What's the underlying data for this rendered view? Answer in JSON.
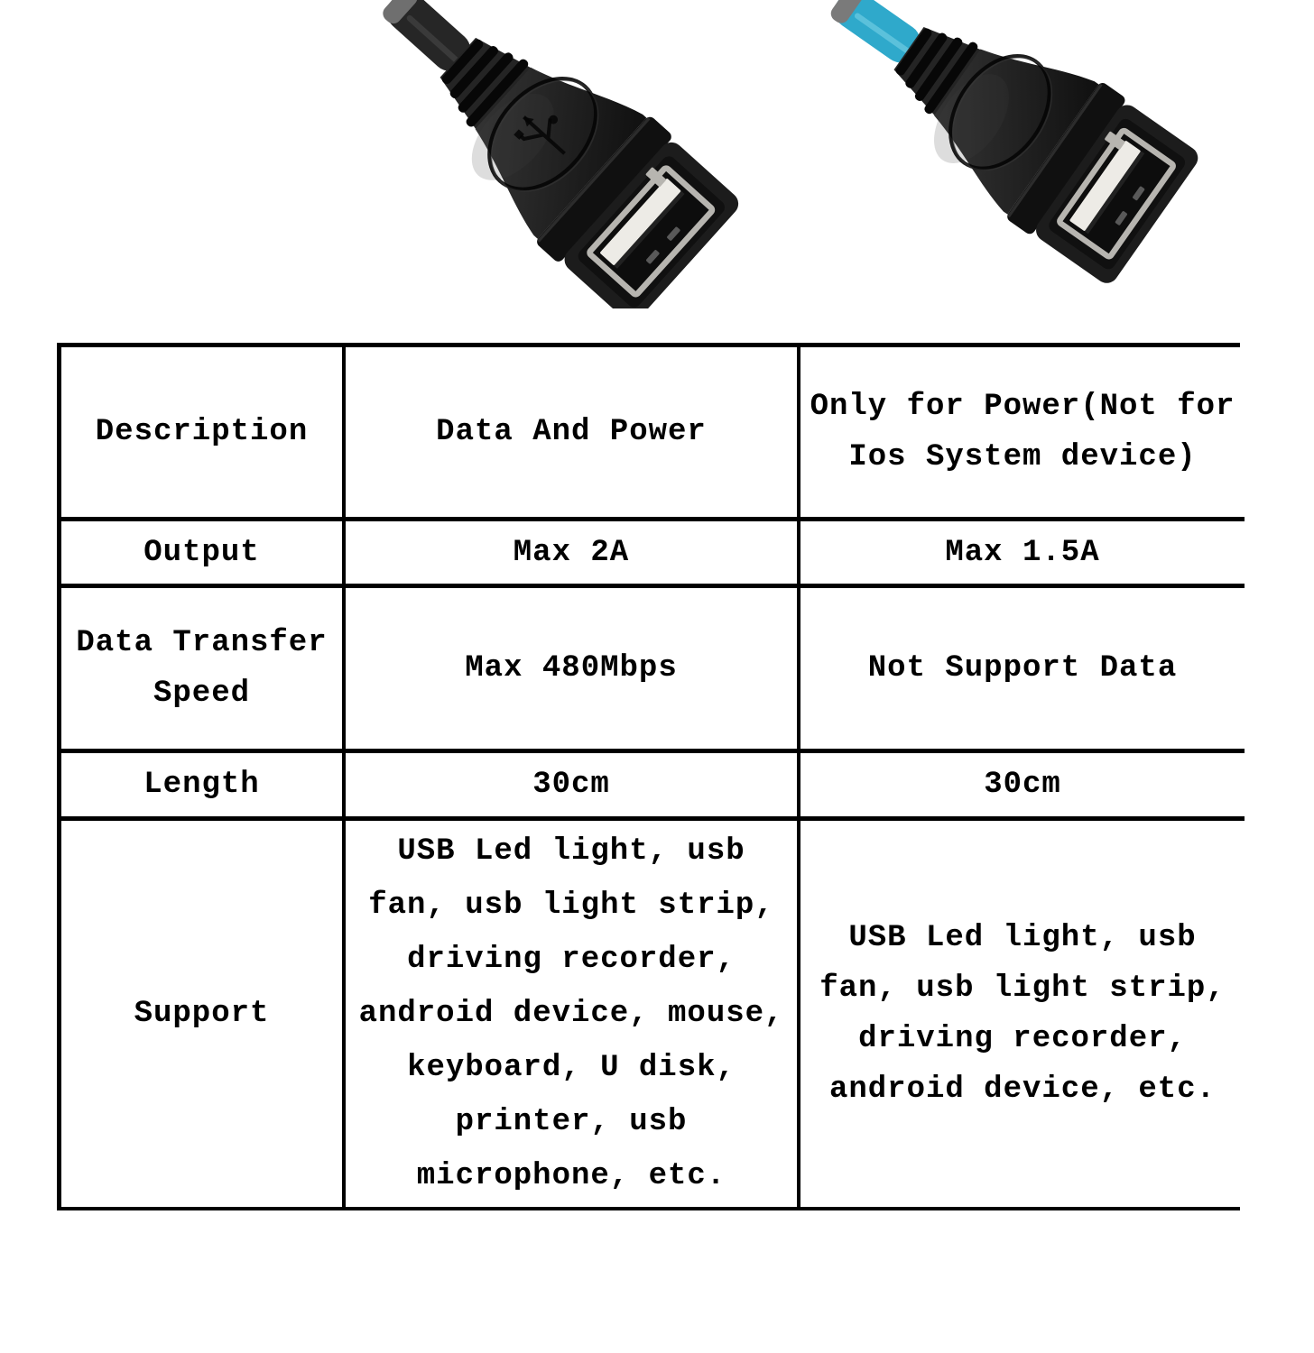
{
  "photos": {
    "left": {
      "label": "usb-a-female-connector-black-cable",
      "cable_color": "#262626",
      "cable_highlight": "#4a4a4a",
      "tip_color": "#6f6f6f",
      "has_usb_logo": true
    },
    "right": {
      "label": "usb-a-female-connector-blue-cable",
      "cable_color": "#2fa9cb",
      "cable_highlight": "#7fd6ea",
      "tip_color": "#7a7a7a",
      "has_usb_logo": false
    },
    "shared_colors": {
      "body": "#1c1c1c",
      "body_light": "#383838",
      "metal": "#b7b5b0",
      "tongue": "#edebe6",
      "cavity": "#0d0d0d"
    }
  },
  "table": {
    "rows": [
      {
        "label": "Description",
        "data_power": "Data And Power",
        "power_only": "Only for Power(Not for Ios System device)"
      },
      {
        "label": "Output",
        "data_power": "Max 2A",
        "power_only": "Max 1.5A"
      },
      {
        "label": "Data Transfer Speed",
        "data_power": "Max 480Mbps",
        "power_only": "Not Support Data"
      },
      {
        "label": "Length",
        "data_power": "30cm",
        "power_only": "30cm"
      },
      {
        "label": "Support",
        "data_power": "USB Led light, usb fan, usb light strip, driving recorder, android device, mouse, keyboard, U disk, printer, usb microphone, etc.",
        "power_only": "USB Led light, usb fan, usb light strip, driving recorder, android device, etc."
      }
    ]
  }
}
